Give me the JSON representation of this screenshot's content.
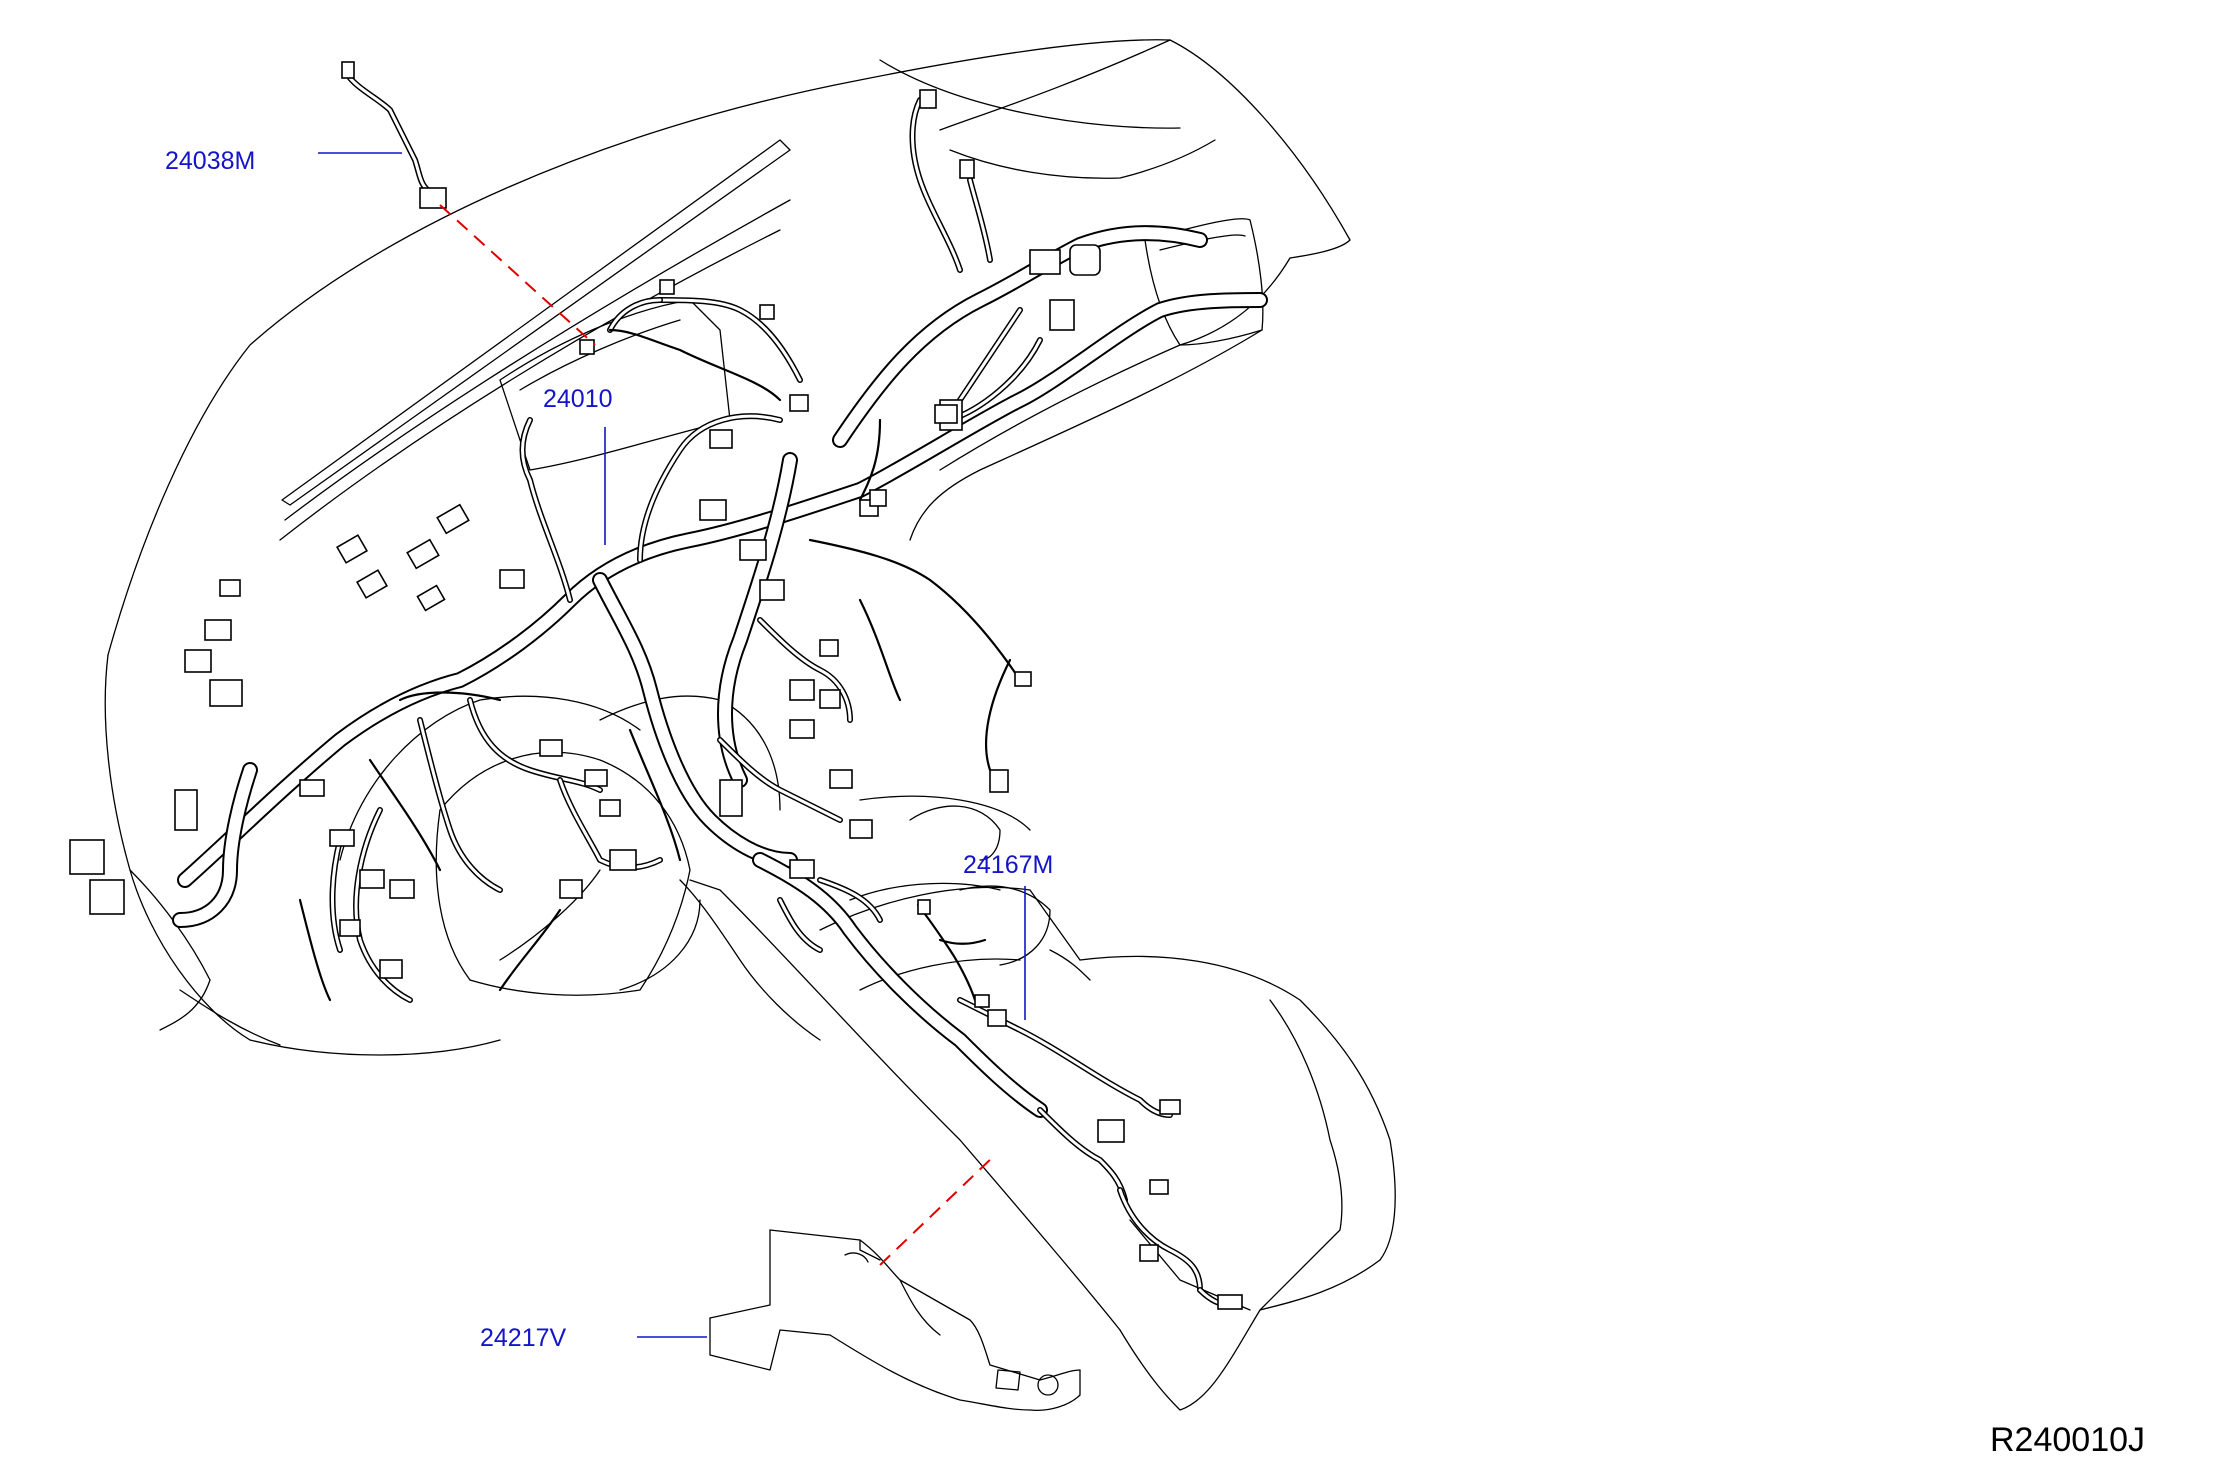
{
  "diagram": {
    "reference_code": "R240010J",
    "callouts": [
      {
        "id": "harness-sub-24038m",
        "part_number": "24038M"
      },
      {
        "id": "main-harness-24010",
        "part_number": "24010"
      },
      {
        "id": "console-harness-24167m",
        "part_number": "24167M"
      },
      {
        "id": "bracket-24217v",
        "part_number": "24217V"
      }
    ]
  },
  "colors": {
    "callout_text": "#1414c8",
    "leader_line": "#1414c8",
    "phantom_line": "#e00000",
    "outline": "#000000",
    "background": "#ffffff"
  }
}
